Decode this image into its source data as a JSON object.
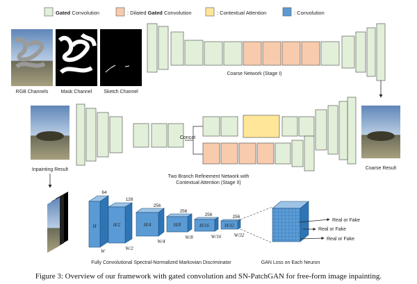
{
  "legend": [
    {
      "name": "gated",
      "bold": "Gated",
      "text": ": Gated Convolution",
      "color": "#e2efd9"
    },
    {
      "name": "dilated",
      "bold": "Gated",
      "text": ": Dilated Gated Convolution",
      "color": "#f8cbad"
    },
    {
      "name": "contextual",
      "bold": "",
      "text": ": Contextual Attention",
      "color": "#ffe699"
    },
    {
      "name": "conv",
      "bold": "",
      "text": ": Convolution",
      "color": "#5b9bd5"
    }
  ],
  "inputs": {
    "rgb_label": "RGB Channels",
    "mask_label": "Mask Channel",
    "sketch_label": "Sketch Channel"
  },
  "coarse_network_label": "Coarse Network (Stage I)",
  "coarse_result_label": "Coarse Result",
  "concat_label": "Concat",
  "refine_label_line1": "Two Branch Refinement Network with",
  "refine_label_line2": "Contextual Attention (Stage II)",
  "inpainting_result_label": "Inpainting Result",
  "discriminator": {
    "channels": [
      "64",
      "128",
      "256",
      "256",
      "256",
      "256"
    ],
    "heights": [
      "H",
      "H/2",
      "H/4",
      "H/8",
      "H/16",
      "H/32"
    ],
    "widths": [
      "W",
      "W/2",
      "W/4",
      "W/8",
      "W/16",
      "W/32"
    ],
    "label": "Fully Convolutional Spectral-Normalized Markovian Discriminator"
  },
  "gan": {
    "outputs": [
      "Real or Fake",
      "Real or Fake",
      "Real or Fake"
    ],
    "label": "GAN Loss on Each Neuron"
  },
  "caption": "Figure 3: Overview of our framework with gated convolution and SN-PatchGAN for free-form image inpainting."
}
